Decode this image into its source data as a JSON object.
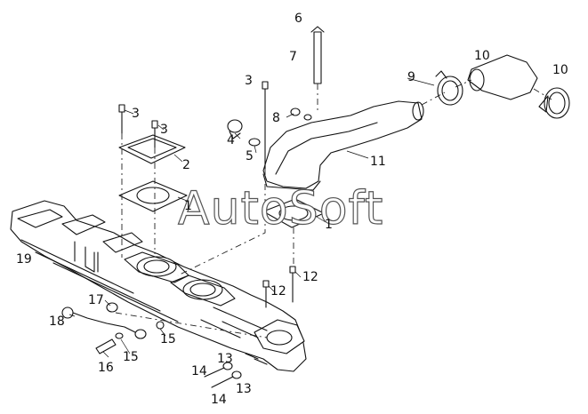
{
  "watermark": "AutoSoft",
  "callouts": [
    {
      "text": "6"
    },
    {
      "text": "7"
    },
    {
      "text": "3"
    },
    {
      "text": "9"
    },
    {
      "text": "10"
    },
    {
      "text": "10"
    },
    {
      "text": "3"
    },
    {
      "text": "3"
    },
    {
      "text": "8"
    },
    {
      "text": "4"
    },
    {
      "text": "5"
    },
    {
      "text": "2"
    },
    {
      "text": "11"
    },
    {
      "text": "1"
    },
    {
      "text": "1"
    },
    {
      "text": "19"
    },
    {
      "text": "12"
    },
    {
      "text": "12"
    },
    {
      "text": "17"
    },
    {
      "text": "18"
    },
    {
      "text": "15"
    },
    {
      "text": "15"
    },
    {
      "text": "16"
    },
    {
      "text": "13"
    },
    {
      "text": "14"
    },
    {
      "text": "13"
    },
    {
      "text": "14"
    }
  ]
}
